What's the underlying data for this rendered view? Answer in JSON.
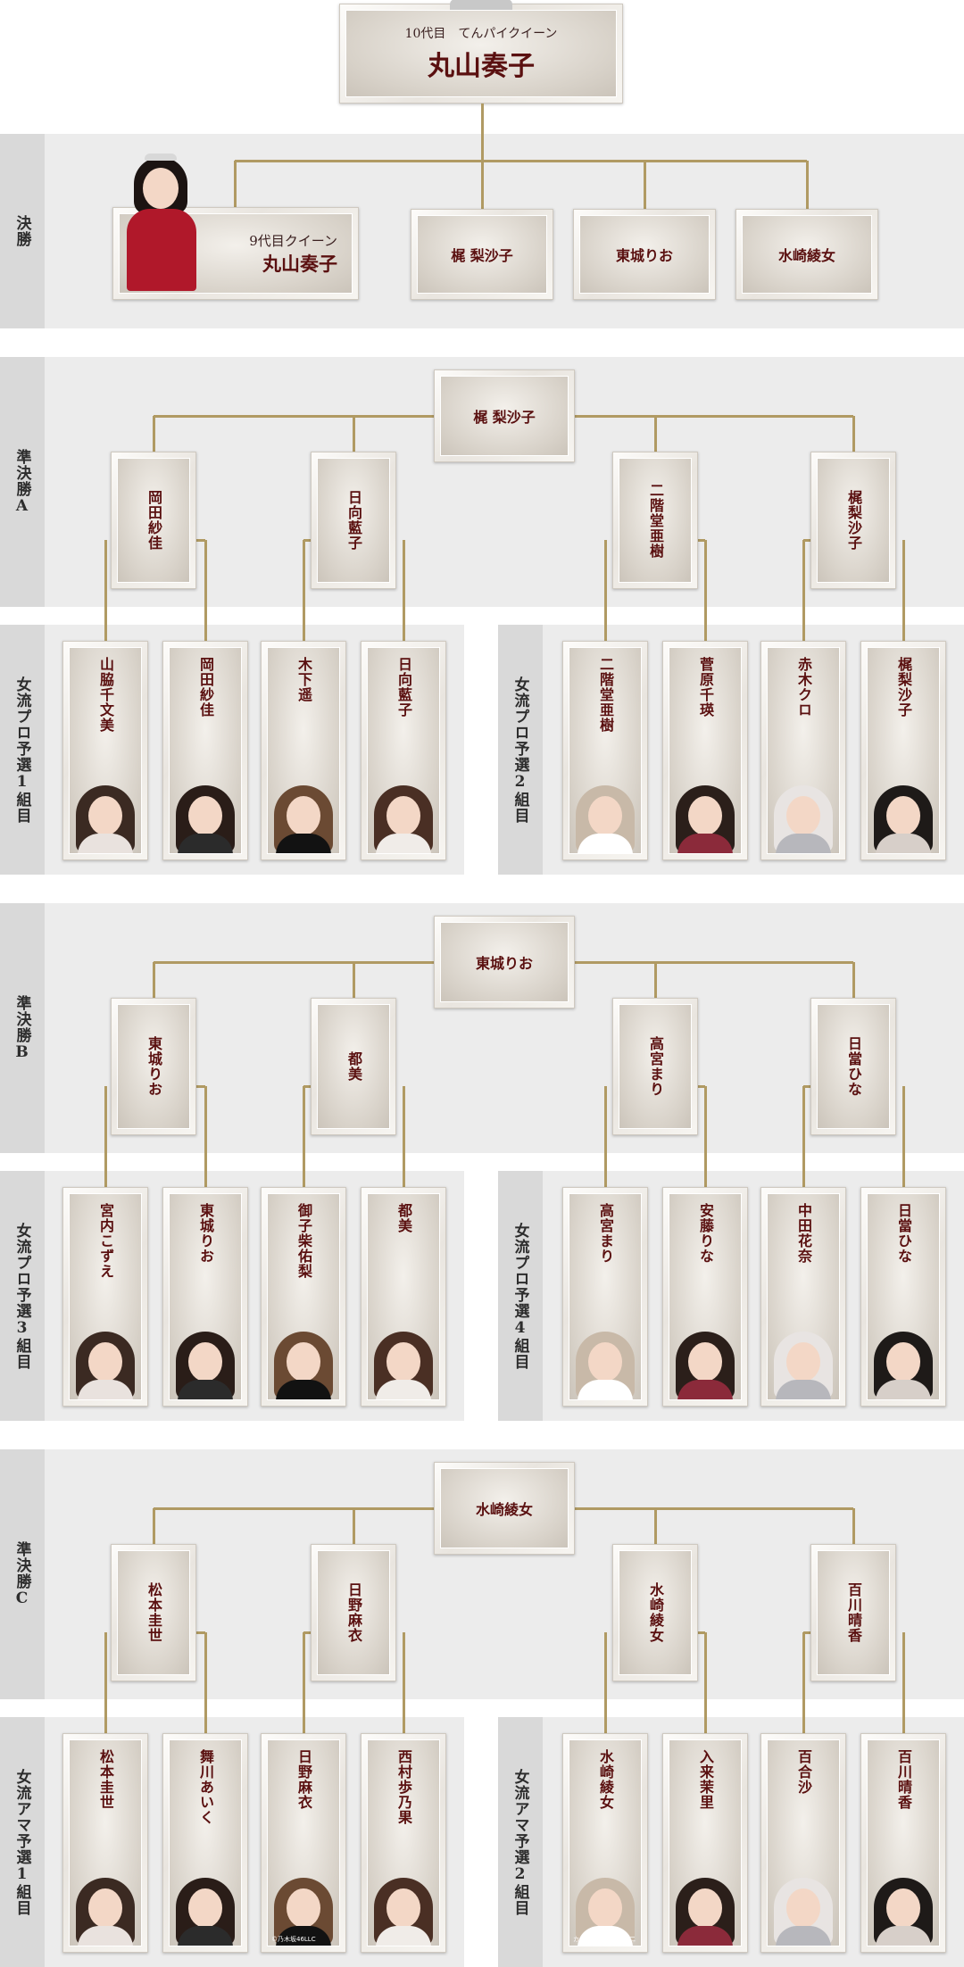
{
  "queen_box": {
    "line1": "10代目　てんパイクイーン",
    "line2": "丸山奏子"
  },
  "final": {
    "label": "決勝",
    "prev_queen": {
      "line1": "9代目クイーン",
      "line2": "丸山奏子"
    },
    "finalists": [
      "梶 梨沙子",
      "東城りお",
      "水崎綾女"
    ]
  },
  "semis": [
    {
      "label": "準決勝A",
      "winner": "梶 梨沙子",
      "mid": [
        "岡田紗佳",
        "日向藍子",
        "二階堂亜樹",
        "梶梨沙子"
      ],
      "groups": [
        {
          "label": "女流プロ予選1組目",
          "players": [
            "山脇千文美",
            "岡田紗佳",
            "木下遥",
            "日向藍子"
          ]
        },
        {
          "label": "女流プロ予選2組目",
          "players": [
            "二階堂亜樹",
            "菅原千瑛",
            "赤木クロ",
            "梶梨沙子"
          ]
        }
      ]
    },
    {
      "label": "準決勝B",
      "winner": "東城りお",
      "mid": [
        "東城りお",
        "都美",
        "高宮まり",
        "日當ひな"
      ],
      "groups": [
        {
          "label": "女流プロ予選3組目",
          "players": [
            "宮内こずえ",
            "東城りお",
            "御子柴佑梨",
            "都美"
          ]
        },
        {
          "label": "女流プロ予選4組目",
          "players": [
            "高宮まり",
            "安藤りな",
            "中田花奈",
            "日當ひな"
          ]
        }
      ]
    },
    {
      "label": "準決勝C",
      "winner": "水崎綾女",
      "mid": [
        "松本圭世",
        "日野麻衣",
        "水崎綾女",
        "百川晴香"
      ],
      "groups": [
        {
          "label": "女流アマ予選1組目",
          "players": [
            "松本圭世",
            "舞川あいく",
            "日野麻衣",
            "西村歩乃果"
          ]
        },
        {
          "label": "女流アマ予選2組目",
          "players": [
            "水崎綾女",
            "入来茉里",
            "百合沙",
            "百川晴香"
          ]
        }
      ]
    }
  ],
  "photo_credits": {
    "c4_2": "©乃木坂46LLC",
    "c5_0": "カメラマン：矢西誠二"
  },
  "colors": {
    "line": "#b09a63",
    "name": "#5a1010",
    "band": "#ececec",
    "label": "#d9d9d9"
  }
}
